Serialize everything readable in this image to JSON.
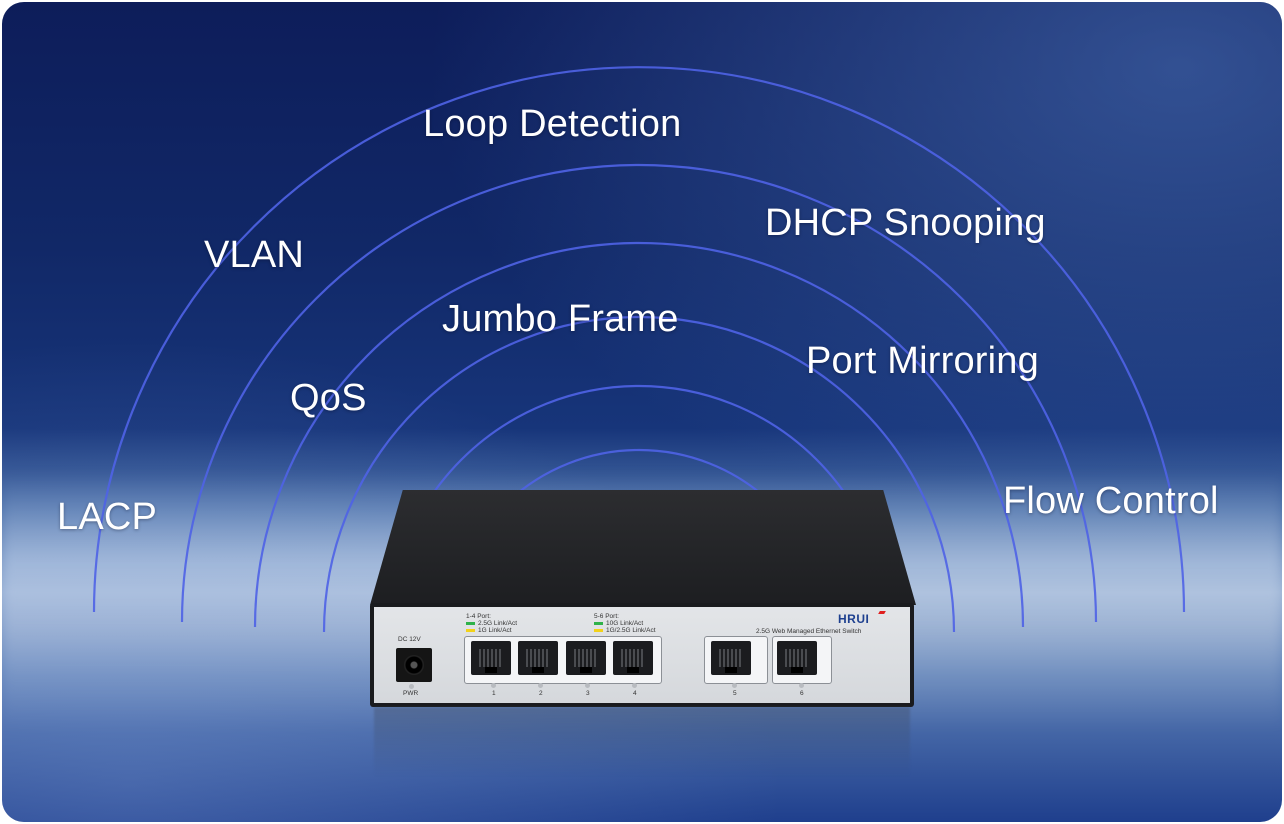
{
  "features": {
    "loop_detection": "Loop Detection",
    "vlan": "VLAN",
    "dhcp_snooping": "DHCP Snooping",
    "jumbo_frame": "Jumbo Frame",
    "port_mirroring": "Port Mirroring",
    "qos": "QoS",
    "lacp": "LACP",
    "flow_control": "Flow Control"
  },
  "switch": {
    "brand": "HRUI",
    "model_label": "2.5G Web Managed Ethernet Switch",
    "power_label": "DC 12V",
    "pwr_led_label": "PWR",
    "legend_group1": {
      "title": "1-4 Port:",
      "green": "2.5G Link/Act",
      "yellow": "1G Link/Act"
    },
    "legend_group2": {
      "title": "5-6 Port:",
      "green": "10G Link/Act",
      "yellow": "1G/2.5G Link/Act"
    },
    "port_numbers": [
      "1",
      "2",
      "3",
      "4",
      "5",
      "6"
    ]
  },
  "colors": {
    "arc_stroke": "#4f63e6",
    "led_green": "#2fb24a",
    "led_yellow": "#f2d21a",
    "brand_blue": "#1d3f8f"
  }
}
